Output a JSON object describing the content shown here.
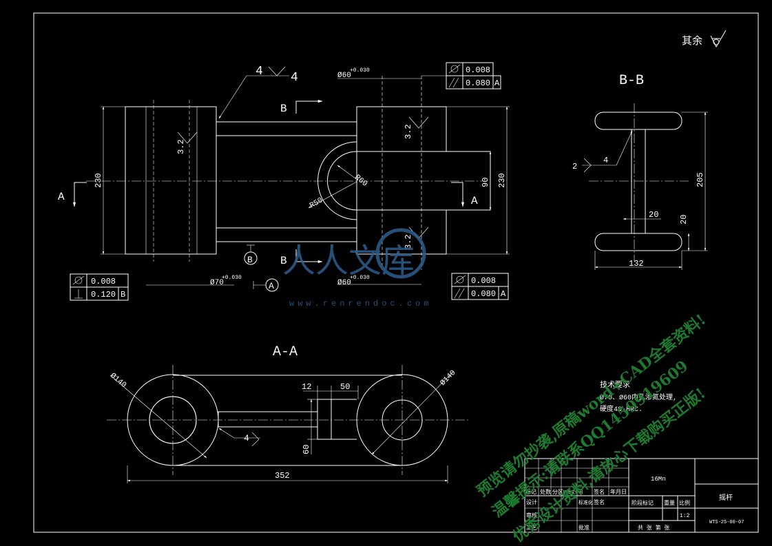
{
  "roughness_note": "其余",
  "sections": {
    "bb": "B-B",
    "aa": "A-A",
    "b_arrow_top": "B",
    "b_arrow_bottom": "B",
    "a_arrow_left": "A",
    "a_arrow_right": "A"
  },
  "dimensions": {
    "height_left": "230",
    "height_right": "230",
    "slot_width": "90",
    "r_outer": "R60",
    "r_inner": "R50",
    "bore_top": "Ø60",
    "bore_top_tol": "+0.030",
    "bore_bottom_right": "Ø60",
    "bore_bottom_right_tol": "+0.030",
    "bore_left": "Ø70",
    "bore_left_tol": "+0.030",
    "weld_symbol": "4",
    "weld_symbol_b": "4",
    "roughness_a": "3.2",
    "roughness_b": "3.2",
    "roughness_c": "3.2",
    "bb_height": "205",
    "bb_web": "20",
    "bb_flange": "20",
    "bb_width": "132",
    "bb_weld_2": "2",
    "bb_weld_4": "4",
    "aa_left_dia": "Ø140",
    "aa_right_dia": "Ø140",
    "aa_12": "12",
    "aa_50": "50",
    "aa_60": "60",
    "aa_352": "352",
    "aa_weld": "4"
  },
  "datums": {
    "b": "B",
    "a": "A"
  },
  "tolerances": {
    "top_right": [
      {
        "value": "0.008",
        "datum": ""
      },
      {
        "value": "0.080",
        "datum": "A"
      }
    ],
    "bottom_left": [
      {
        "value": "0.008",
        "datum": ""
      },
      {
        "value": "0.120",
        "datum": "B"
      }
    ],
    "bottom_right": [
      {
        "value": "0.008",
        "datum": ""
      },
      {
        "value": "0.080",
        "datum": "A"
      }
    ]
  },
  "tech_requirements": {
    "title": "技术要求",
    "line1": "Ø70、Ø60内孔渗氮处理,",
    "line2": "硬度48-HRC."
  },
  "title_block": {
    "material": "16Mn",
    "part_name": "摇杆",
    "scale": "1:2",
    "drawing_no": "WTS-25-00-07",
    "h_mark": "标记",
    "h_count": "处数",
    "h_zone": "分区",
    "h_change": "更改文件号",
    "h_sign": "签名",
    "h_date": "年月日",
    "h_design": "设计",
    "h_std": "标准化",
    "h_sign2": "签名",
    "h_stage": "阶段标记",
    "h_weight": "重量",
    "h_scale": "比例",
    "h_review": "审核",
    "h_process": "工艺",
    "h_approve": "批准",
    "h_sheets": "共   张   第   张"
  },
  "watermark": {
    "logo": "人人文库",
    "url": "www.renrendoc.com",
    "promo1": "预览请勿抄袭,原稿word+CAD全套资料!",
    "promo2": "温馨提示:请联系QQ1459919609",
    "promo3": "优秀设计资料,请放心下载购买正版!"
  },
  "colors": {
    "background": "#000000",
    "lines": "#ffffff",
    "promo": "#1e7a2e",
    "logo": "#2c5f8e"
  }
}
